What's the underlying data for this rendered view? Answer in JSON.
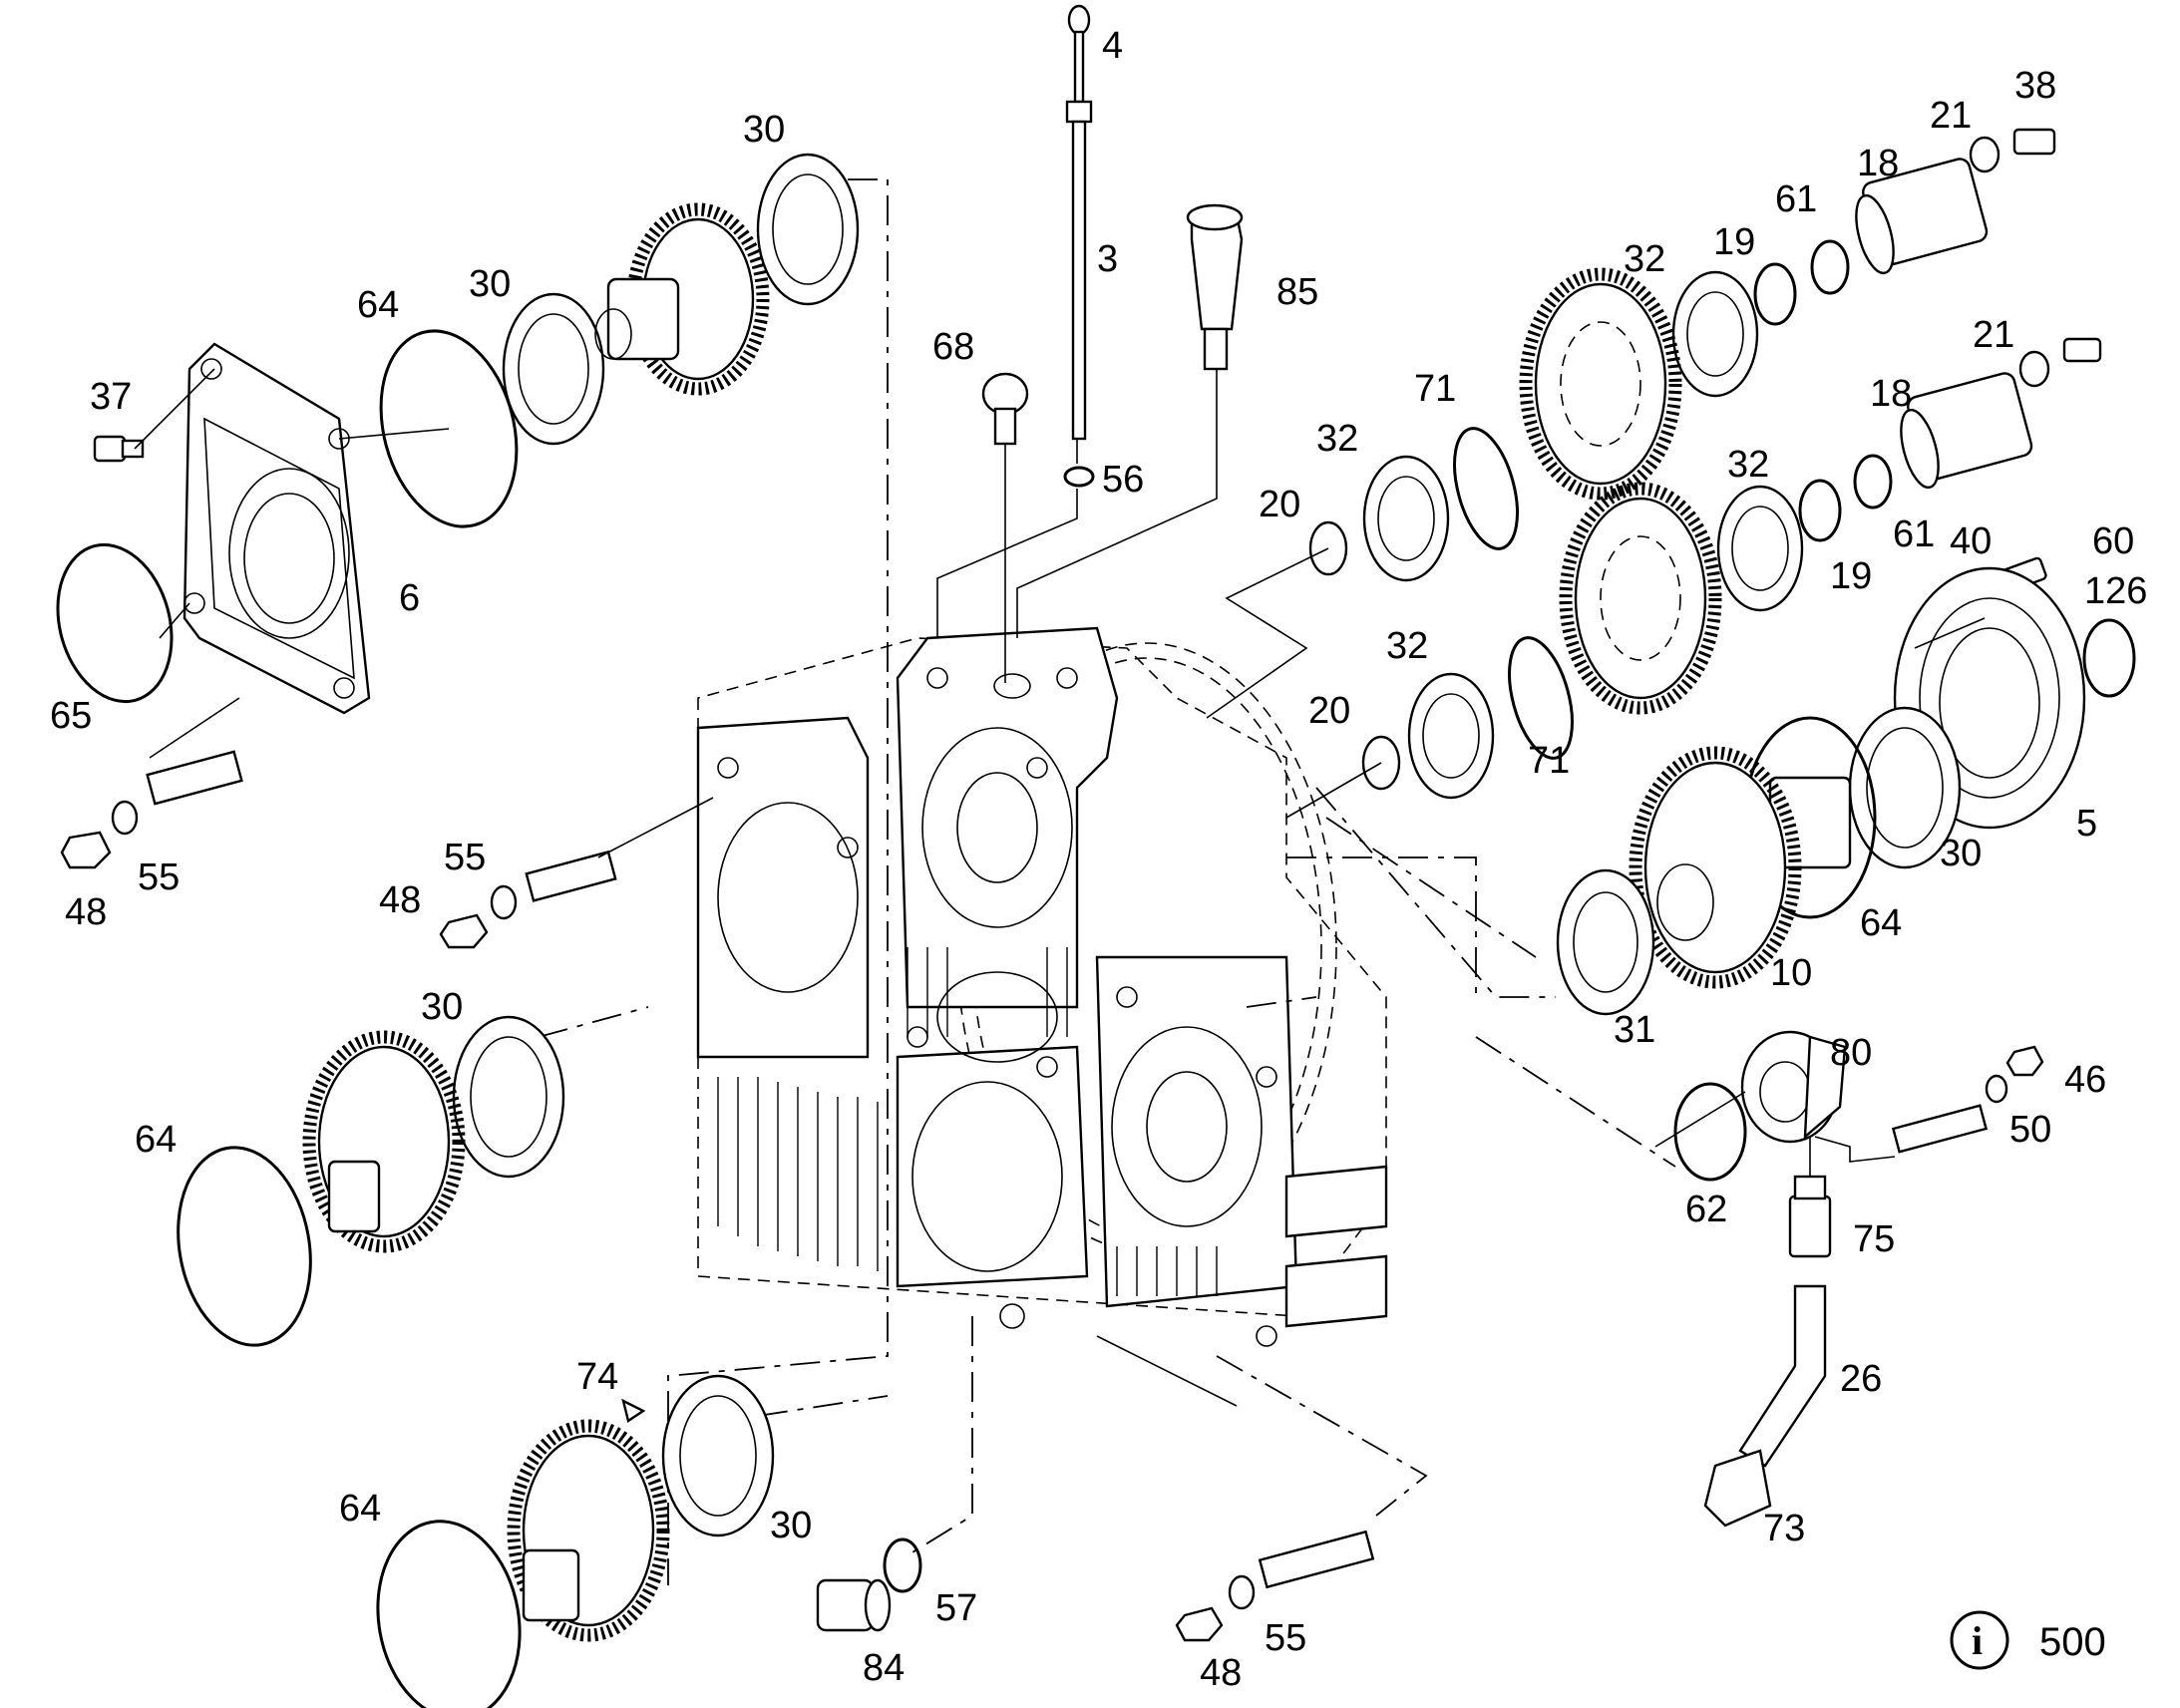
{
  "diagram": {
    "callouts": [
      {
        "id": "4",
        "text": "4"
      },
      {
        "id": "3",
        "text": "3"
      },
      {
        "id": "85",
        "text": "85"
      },
      {
        "id": "68",
        "text": "68"
      },
      {
        "id": "56",
        "text": "56"
      },
      {
        "id": "30a",
        "text": "30"
      },
      {
        "id": "30b",
        "text": "30"
      },
      {
        "id": "64a",
        "text": "64"
      },
      {
        "id": "37",
        "text": "37"
      },
      {
        "id": "6",
        "text": "6"
      },
      {
        "id": "65",
        "text": "65"
      },
      {
        "id": "55a",
        "text": "55"
      },
      {
        "id": "48a",
        "text": "48"
      },
      {
        "id": "55b",
        "text": "55"
      },
      {
        "id": "48b",
        "text": "48"
      },
      {
        "id": "30c",
        "text": "30"
      },
      {
        "id": "64b",
        "text": "64"
      },
      {
        "id": "74",
        "text": "74"
      },
      {
        "id": "64c",
        "text": "64"
      },
      {
        "id": "30d",
        "text": "30"
      },
      {
        "id": "57",
        "text": "57"
      },
      {
        "id": "84",
        "text": "84"
      },
      {
        "id": "48c",
        "text": "48"
      },
      {
        "id": "55c",
        "text": "55"
      },
      {
        "id": "38",
        "text": "38"
      },
      {
        "id": "21a",
        "text": "21"
      },
      {
        "id": "18a",
        "text": "18"
      },
      {
        "id": "61a",
        "text": "61"
      },
      {
        "id": "19a",
        "text": "19"
      },
      {
        "id": "32a",
        "text": "32"
      },
      {
        "id": "21b",
        "text": "21"
      },
      {
        "id": "18b",
        "text": "18"
      },
      {
        "id": "71a",
        "text": "71"
      },
      {
        "id": "32b",
        "text": "32"
      },
      {
        "id": "20a",
        "text": "20"
      },
      {
        "id": "32c",
        "text": "32"
      },
      {
        "id": "19b",
        "text": "19"
      },
      {
        "id": "61b",
        "text": "61"
      },
      {
        "id": "40",
        "text": "40"
      },
      {
        "id": "60",
        "text": "60"
      },
      {
        "id": "126",
        "text": "126"
      },
      {
        "id": "32d",
        "text": "32"
      },
      {
        "id": "20b",
        "text": "20"
      },
      {
        "id": "71b",
        "text": "71"
      },
      {
        "id": "5",
        "text": "5"
      },
      {
        "id": "30e",
        "text": "30"
      },
      {
        "id": "64d",
        "text": "64"
      },
      {
        "id": "10",
        "text": "10"
      },
      {
        "id": "31",
        "text": "31"
      },
      {
        "id": "80",
        "text": "80"
      },
      {
        "id": "46",
        "text": "46"
      },
      {
        "id": "50",
        "text": "50"
      },
      {
        "id": "62",
        "text": "62"
      },
      {
        "id": "75",
        "text": "75"
      },
      {
        "id": "26",
        "text": "26"
      },
      {
        "id": "73",
        "text": "73"
      }
    ],
    "info_badge": {
      "glyph": "i",
      "text": "500"
    }
  }
}
